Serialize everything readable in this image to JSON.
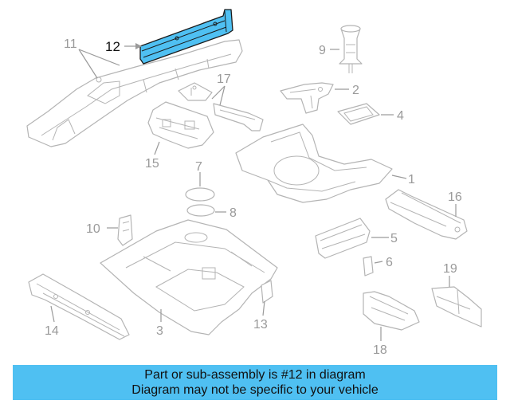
{
  "callouts": {
    "c1": "1",
    "c2": "2",
    "c3": "3",
    "c4": "4",
    "c5": "5",
    "c6": "6",
    "c7": "7",
    "c8": "8",
    "c9": "9",
    "c10": "10",
    "c11": "11",
    "c12": "12",
    "c13": "13",
    "c14": "14",
    "c15": "15",
    "c16": "16",
    "c17": "17",
    "c18": "18",
    "c19": "19"
  },
  "highlighted_part": "12",
  "colors": {
    "highlight": "#4fc0f2",
    "outline": "#b4b4b4",
    "callout_text": "#9a9a9a"
  },
  "caption": {
    "line1": "Part or sub-assembly is #12 in diagram",
    "line2": "Diagram may not be specific to your vehicle"
  }
}
